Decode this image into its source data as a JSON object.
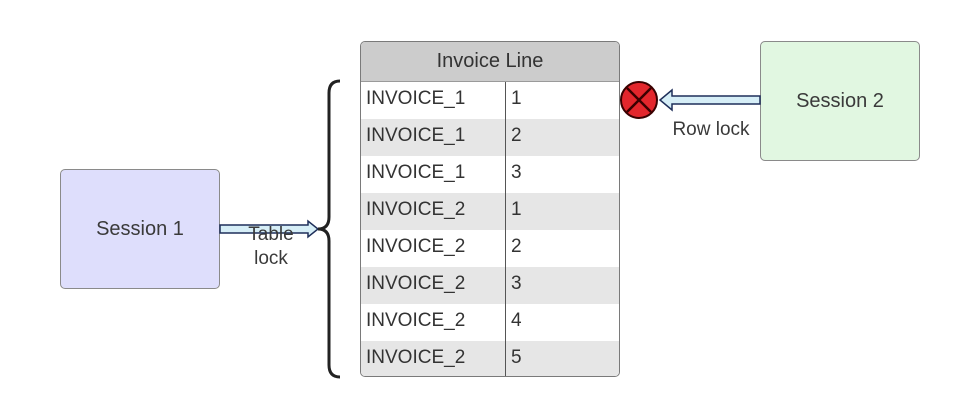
{
  "session1": {
    "label": "Session 1"
  },
  "session2": {
    "label": "Session 2"
  },
  "table": {
    "title": "Invoice Line",
    "rows": [
      {
        "invoice": "INVOICE_1",
        "line": "1"
      },
      {
        "invoice": "INVOICE_1",
        "line": "2"
      },
      {
        "invoice": "INVOICE_1",
        "line": "3"
      },
      {
        "invoice": "INVOICE_2",
        "line": "1"
      },
      {
        "invoice": "INVOICE_2",
        "line": "2"
      },
      {
        "invoice": "INVOICE_2",
        "line": "3"
      },
      {
        "invoice": "INVOICE_2",
        "line": "4"
      },
      {
        "invoice": "INVOICE_2",
        "line": "5"
      }
    ]
  },
  "labels": {
    "table_lock": "Table lock",
    "row_lock": "Row lock"
  },
  "colors": {
    "session1_fill": "#dedefc",
    "session2_fill": "#e1f7e1",
    "arrow_fill": "#d6eef7",
    "blocked_marker": "#e3262c"
  }
}
